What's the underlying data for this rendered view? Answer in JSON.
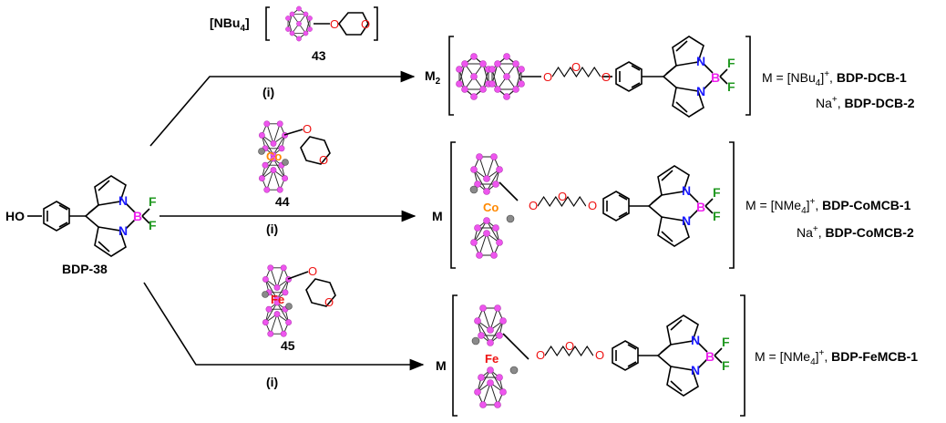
{
  "reagents": {
    "r43": {
      "counterion": "[NBu",
      "counterion_sub": "4",
      "counterion_close": "]",
      "number": "43"
    },
    "r44": {
      "number": "44",
      "metal": "Co"
    },
    "r45": {
      "number": "45",
      "metal": "Fe"
    }
  },
  "conditions": {
    "c1": "(i)",
    "c2": "(i)",
    "c3": "(i)"
  },
  "start": {
    "name": "BDP-38",
    "ho": "HO"
  },
  "products": {
    "dcb": {
      "prefix": "M",
      "prefix_sub": "2",
      "line1_pre": "M = [NBu",
      "line1_sub": "4",
      "line1_mid": "]",
      "line1_sup": "+",
      "line1_sep": ", ",
      "line1_name": "BDP-DCB-1",
      "line2_pre": "Na",
      "line2_sup": "+",
      "line2_sep": ", ",
      "line2_name": "BDP-DCB-2"
    },
    "comcb": {
      "prefix": "M",
      "line1_pre": "M = [NMe",
      "line1_sub": "4",
      "line1_mid": "]",
      "line1_sup": "+",
      "line1_sep": ", ",
      "line1_name": "BDP-CoMCB-1",
      "line2_pre": "Na",
      "line2_sup": "+",
      "line2_sep": ", ",
      "line2_name": "BDP-CoMCB-2",
      "metal": "Co"
    },
    "femcb": {
      "prefix": "M",
      "line1_pre": "M = [NMe",
      "line1_sub": "4",
      "line1_mid": "]",
      "line1_sup": "+",
      "line1_sep": ", ",
      "line1_name": "BDP-FeMCB-1",
      "metal": "Fe"
    }
  },
  "atoms": {
    "O": "O",
    "N": "N",
    "B": "B",
    "F": "F",
    "H": "H"
  },
  "colors": {
    "boron_vertex": "#ee55ee",
    "carbon_vertex": "#8a8a8a",
    "nitrogen": "#1a1aff",
    "boron": "#ee22ee",
    "fluorine": "#229922",
    "oxygen": "#ee1111",
    "cobalt": "#ff8800",
    "iron": "#ee1111"
  }
}
